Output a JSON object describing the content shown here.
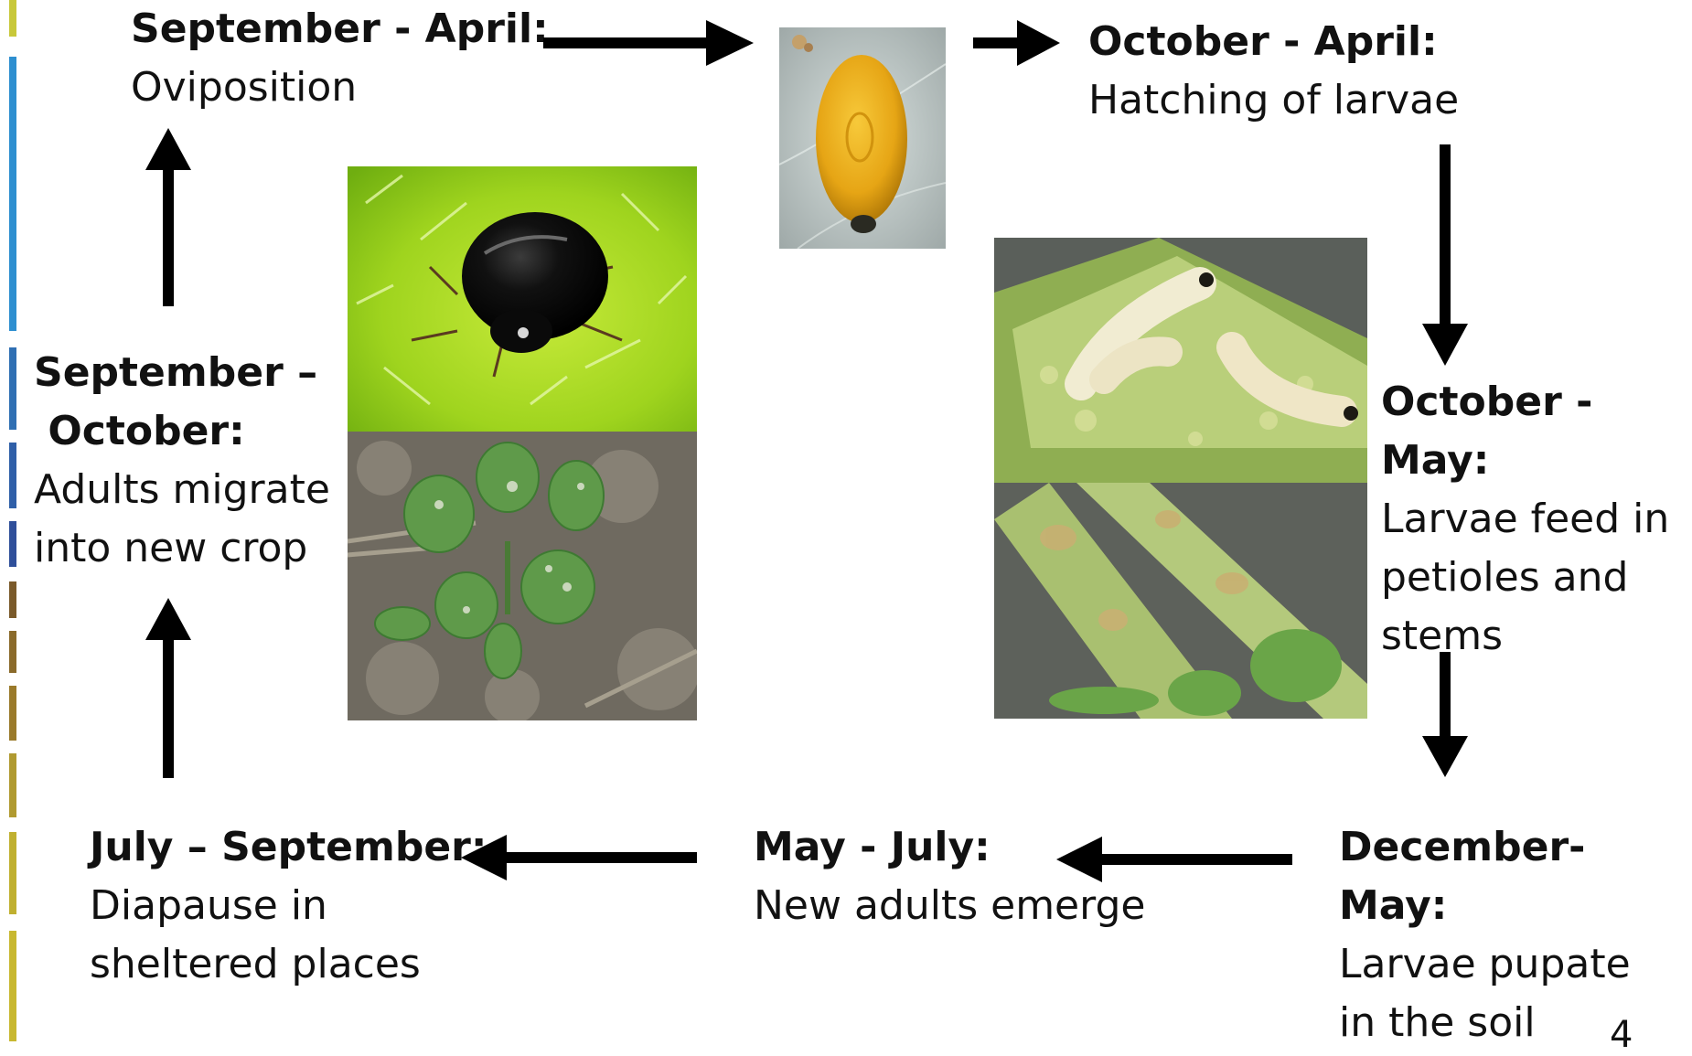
{
  "stages": {
    "oviposition": {
      "heading": "September - April:",
      "text": "Oviposition"
    },
    "hatching": {
      "heading": "October - April:",
      "text": "Hatching of larvae"
    },
    "larvae_feed": {
      "heading": "October - May:",
      "text": "Larvae feed in\npetioles and\nstems"
    },
    "pupate": {
      "heading": "December-\nMay:",
      "text": "Larvae pupate\nin the soil"
    },
    "new_adults": {
      "heading": "May - July:",
      "text": "New adults emerge"
    },
    "diapause": {
      "heading": "July – September:",
      "text": "Diapause in\nsheltered places"
    },
    "migrate": {
      "heading": "September –\n October:",
      "text": "Adults migrate\ninto new crop"
    }
  },
  "page_number": "4",
  "colors": {
    "arrow": "#000000",
    "strip": [
      "#c8c83a",
      "#2e8fd0",
      "#2f6fb3",
      "#2f4f9a",
      "#7a5a2a",
      "#9a7a2a",
      "#b09a30",
      "#c8b830"
    ]
  },
  "photos": [
    "egg-photo",
    "adult-beetle-photo",
    "damaged-seedling-photo",
    "larvae-photo",
    "damaged-stem-photo"
  ]
}
